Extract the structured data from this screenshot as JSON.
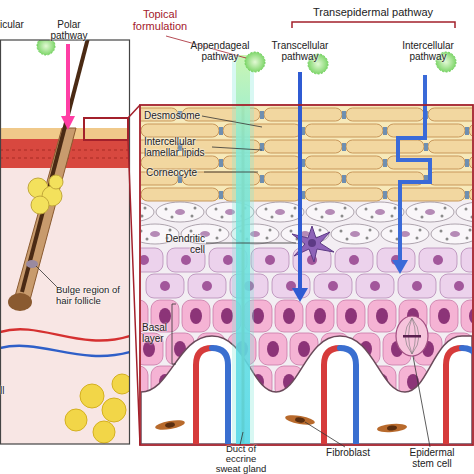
{
  "diagram": {
    "labels": [
      "icular",
      "Polar pathway",
      "Topical formulation",
      "Transepidermal pathway",
      "Appendageal pathway",
      "Transcellular pathway",
      "Intercellular pathway",
      "Desmosome",
      "Intercellular lamellar lipids",
      "Corneocyte",
      "Dendritic cell",
      "Bulge region of hair follicle",
      "Basal layer",
      "ll",
      "Duct of eccrine sweat gland",
      "Fibroblast",
      "Epidermal stem cell"
    ]
  }
}
